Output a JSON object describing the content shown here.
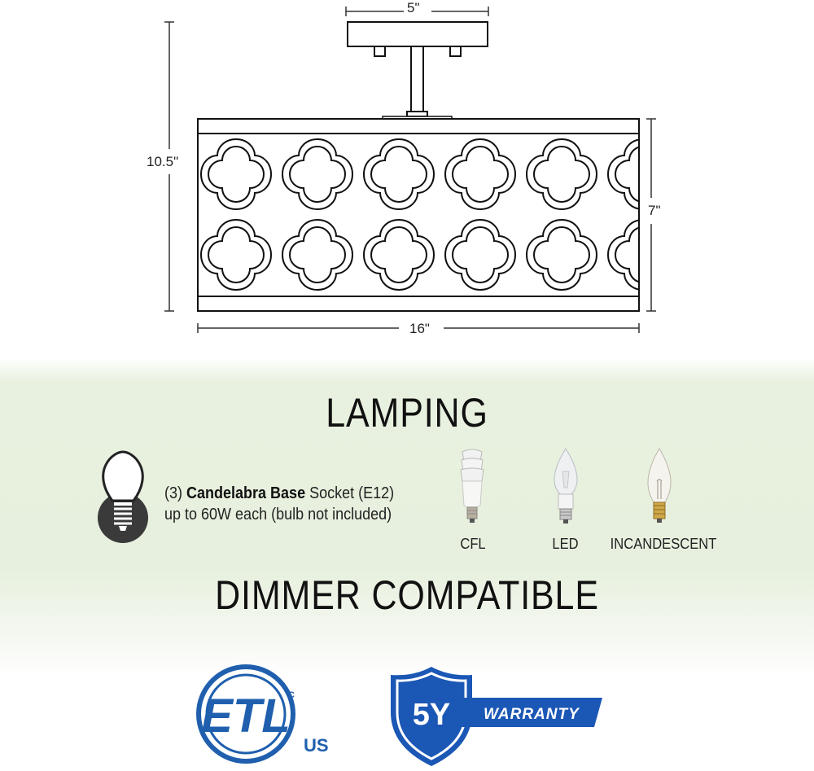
{
  "dimensions": {
    "canopy_width": "5\"",
    "total_height": "10.5\"",
    "shade_height": "7\"",
    "shade_width": "16\""
  },
  "lamping": {
    "heading": "LAMPING",
    "socket_count": "(3)",
    "socket_type": "Candelabra Base",
    "socket_rest": " Socket (E12)",
    "wattage": "up to 60W each (bulb not included)",
    "bulbs": [
      "CFL",
      "LED",
      "INCANDESCENT"
    ]
  },
  "dimmer": {
    "heading": "DIMMER COMPATIBLE"
  },
  "certifications": {
    "etl_letters": "ETL",
    "etl_c": "C",
    "etl_us": "US",
    "warranty_years": "5Y",
    "warranty_word": "WARRANTY"
  },
  "colors": {
    "etl_blue": "#1f5fae",
    "shield_blue": "#1b57b5",
    "dark": "#222222",
    "bulb_icon_fill": "#3a3a3a"
  }
}
